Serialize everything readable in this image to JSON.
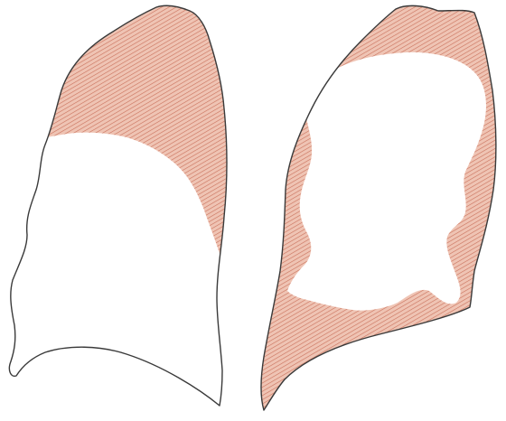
{
  "figure": {
    "description_free": true,
    "colors": {
      "background": "#ffffff",
      "outline": "#3a3a3a",
      "shade_fill": "#efc4b4",
      "hatch_line": "#c9705a"
    },
    "panels": [
      {
        "name": "left-lung",
        "shading": "upper-region"
      },
      {
        "name": "right-lung",
        "shading": "peripheral-rim"
      }
    ]
  }
}
